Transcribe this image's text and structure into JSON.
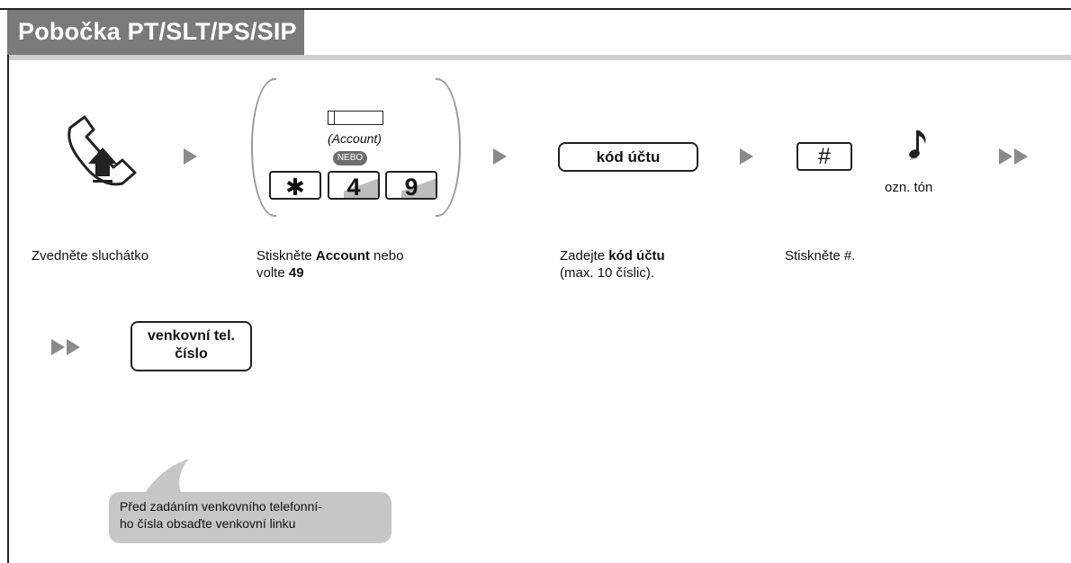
{
  "header": {
    "title": "Pobočka PT/SLT/PS/SIP"
  },
  "steps": [
    {
      "icon": "off-hook-handset-icon",
      "caption": "Zvedněte sluchátko"
    },
    {
      "icon": "account-button-icon",
      "account_label": "(Account)",
      "or_badge": "NEBO",
      "keys": [
        "✱",
        "4",
        "9"
      ],
      "caption_prefix": "Stiskněte ",
      "caption_bold": "Account",
      "caption_mid": " nebo",
      "caption_line2_prefix": "volte ",
      "caption_line2_bold": "49"
    },
    {
      "box_label": "kód účtu",
      "caption_prefix": "Zadejte ",
      "caption_bold": "kód účtu",
      "caption_line2": "(max. 10 číslic)."
    },
    {
      "key": "#",
      "tone_icon": "dial-tone-note-icon",
      "tone_label": "ozn. tón",
      "caption": "Stiskněte #."
    },
    {
      "box_line1": "venkovní tel.",
      "box_line2": "číslo"
    }
  ],
  "note": {
    "line1": "Před zadáním venkovního telefonní-",
    "line2": "ho čísla obsaďte venkovní linku"
  },
  "colors": {
    "title_bg": "#7a7a7a",
    "band": "#cfcfcf",
    "arrow": "#8a8a8a",
    "bubble": "#c6c6c6"
  }
}
